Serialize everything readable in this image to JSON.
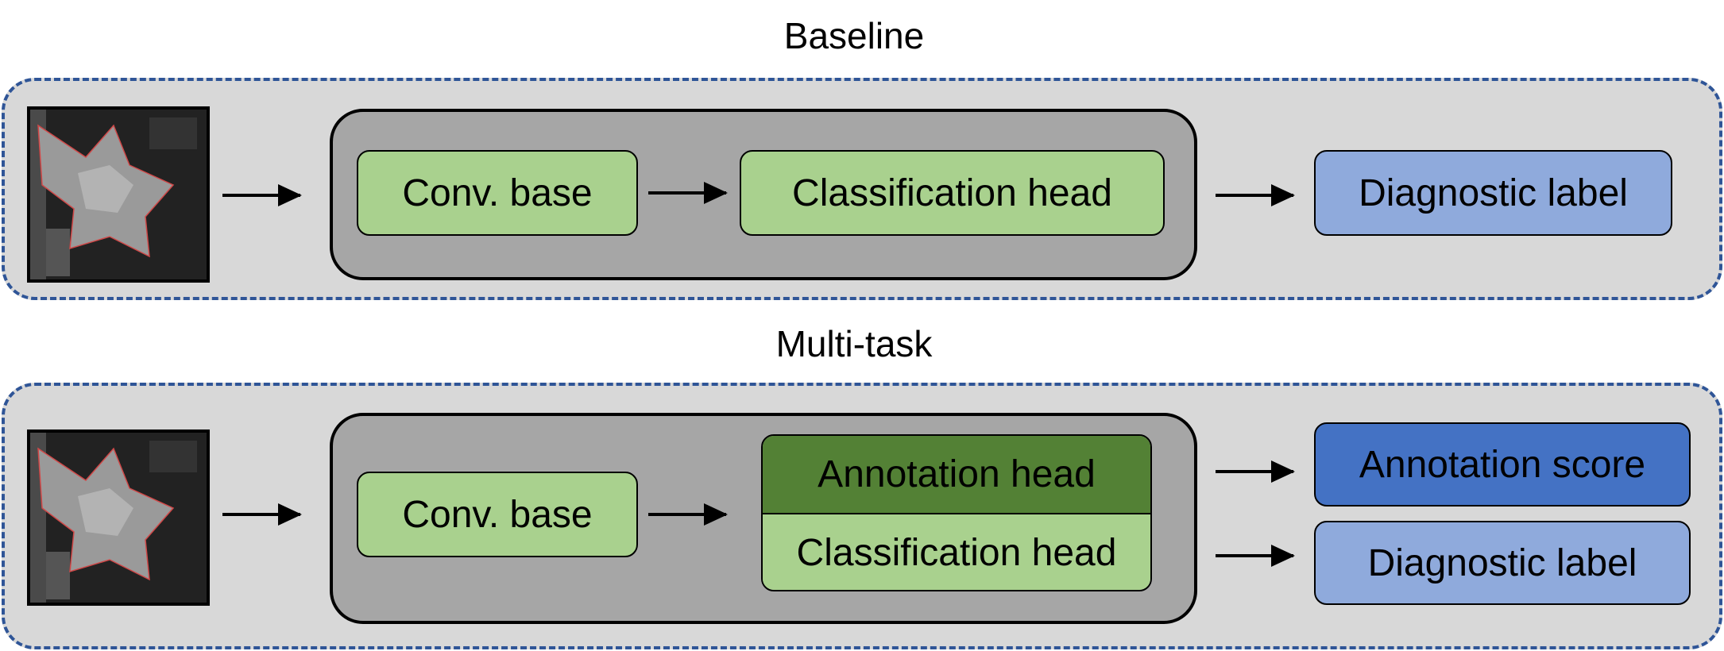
{
  "baseline": {
    "title": "Baseline",
    "conv_base": "Conv. base",
    "classification_head": "Classification head",
    "diagnostic_label": "Diagnostic label"
  },
  "multitask": {
    "title": "Multi-task",
    "conv_base": "Conv. base",
    "annotation_head": "Annotation head",
    "classification_head": "Classification head",
    "annotation_score": "Annotation score",
    "diagnostic_label": "Diagnostic label"
  },
  "colors": {
    "panel_border": "#2f5597",
    "panel_fill": "#d8d8d8",
    "model_fill": "#a6a6a6",
    "light_green": "#a9d18e",
    "dark_green": "#538135",
    "light_blue": "#8faadc",
    "dark_blue": "#4472c4"
  }
}
